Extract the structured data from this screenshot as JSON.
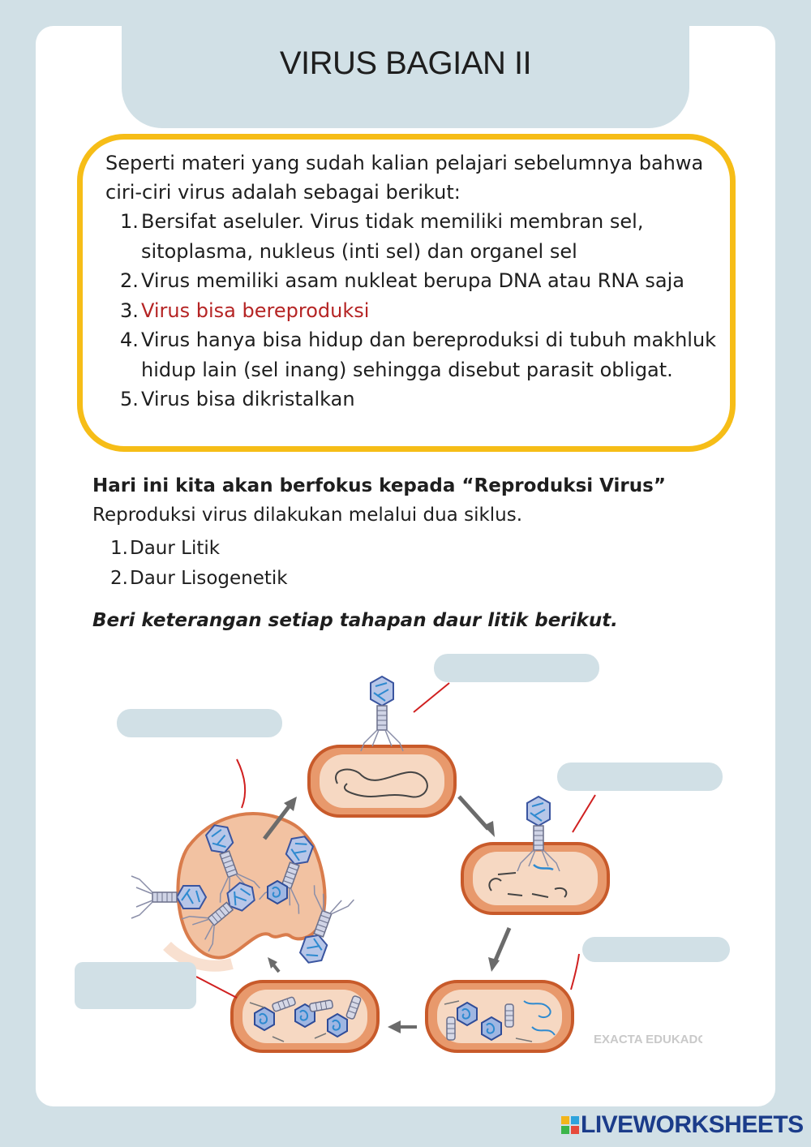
{
  "page": {
    "title": "VIRUS BAGIAN II"
  },
  "intro_box": {
    "intro": "Seperti materi yang sudah kalian pelajari sebelumnya bahwa ciri-ciri virus adalah sebagai berikut:",
    "items": [
      {
        "num": "1.",
        "text": "Bersifat aseluler. Virus tidak memiliki membran sel, sitoplasma, nukleus (inti sel) dan organel sel"
      },
      {
        "num": "2.",
        "text": "Virus memiliki asam nukleat berupa DNA atau RNA saja"
      },
      {
        "num": "3.",
        "text": "Virus bisa bereproduksi",
        "highlight_color": "#b52424"
      },
      {
        "num": "4.",
        "text": "Virus hanya bisa hidup dan bereproduksi di tubuh makhluk hidup lain (sel inang) sehingga disebut parasit obligat."
      },
      {
        "num": "5.",
        "text": "Virus bisa dikristalkan"
      }
    ]
  },
  "focus": {
    "heading": "Hari ini kita akan berfokus kepada “Reproduksi Virus”",
    "text": "Reproduksi virus dilakukan melalui dua siklus.",
    "cycles": [
      {
        "num": "1.",
        "text": "Daur Litik"
      },
      {
        "num": "2.",
        "text": "Daur Lisogenetik"
      }
    ]
  },
  "instruction": "Beri keterangan setiap tahapan daur litik berikut.",
  "diagram": {
    "watermark": "EXACTA EDUKADO",
    "answer_fields": [
      "",
      "",
      "",
      "",
      ""
    ]
  },
  "footer": {
    "brand": "LIVEWORKSHEETS"
  },
  "colors": {
    "background": "#d1e0e6",
    "box_border": "#f6bd17",
    "highlight_red": "#b52424",
    "cell_fill": "#e8996c",
    "cell_border": "#c85a2a",
    "virus_blue": "#3a78c8",
    "brand_blue": "#1b3c8a"
  }
}
